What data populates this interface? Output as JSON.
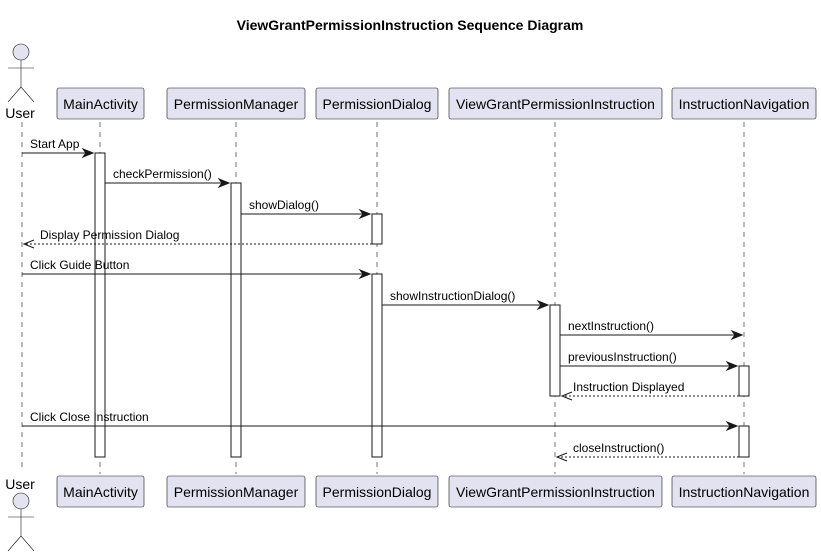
{
  "diagram": {
    "title": "ViewGrantPermissionInstruction Sequence Diagram",
    "actor": {
      "label": "User"
    },
    "participants": [
      {
        "id": "main",
        "label": "MainActivity"
      },
      {
        "id": "pm",
        "label": "PermissionManager"
      },
      {
        "id": "pd",
        "label": "PermissionDialog"
      },
      {
        "id": "vgpi",
        "label": "ViewGrantPermissionInstruction"
      },
      {
        "id": "nav",
        "label": "InstructionNavigation"
      }
    ],
    "messages": [
      {
        "from": "user",
        "to": "main",
        "label": "Start App",
        "kind": "sync"
      },
      {
        "from": "main",
        "to": "pm",
        "label": "checkPermission()",
        "kind": "sync"
      },
      {
        "from": "pm",
        "to": "pd",
        "label": "showDialog()",
        "kind": "sync"
      },
      {
        "from": "pd",
        "to": "user",
        "label": "Display Permission Dialog",
        "kind": "return"
      },
      {
        "from": "user",
        "to": "pd",
        "label": "Click Guide Button",
        "kind": "sync"
      },
      {
        "from": "pd",
        "to": "vgpi",
        "label": "showInstructionDialog()",
        "kind": "sync"
      },
      {
        "from": "vgpi",
        "to": "nav",
        "label": "nextInstruction()",
        "kind": "sync"
      },
      {
        "from": "vgpi",
        "to": "nav",
        "label": "previousInstruction()",
        "kind": "sync"
      },
      {
        "from": "nav",
        "to": "vgpi",
        "label": "Instruction Displayed",
        "kind": "return"
      },
      {
        "from": "user",
        "to": "nav",
        "label": "Click Close Instruction",
        "kind": "sync"
      },
      {
        "from": "nav",
        "to": "vgpi",
        "label": "closeInstruction()",
        "kind": "return"
      }
    ],
    "colors": {
      "participant_fill": "#E2E2F0",
      "line": "#181818",
      "activation_fill": "#FFFFFF"
    }
  }
}
